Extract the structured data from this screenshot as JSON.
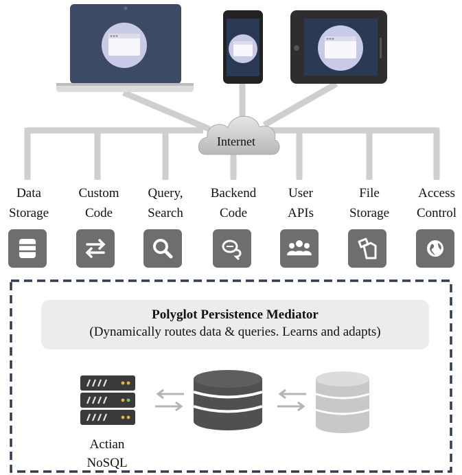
{
  "cloud": {
    "label": "Internet"
  },
  "services": [
    {
      "line1": "Data",
      "line2": "Storage",
      "icon": "database-icon"
    },
    {
      "line1": "Custom",
      "line2": "Code",
      "icon": "swap-arrows-icon"
    },
    {
      "line1": "Query,",
      "line2": "Search",
      "icon": "magnifier-icon"
    },
    {
      "line1": "Backend",
      "line2": "Code",
      "icon": "chat-bubbles-icon"
    },
    {
      "line1": "User",
      "line2": "APIs",
      "icon": "users-icon"
    },
    {
      "line1": "File",
      "line2": "Storage",
      "icon": "copy-files-icon"
    },
    {
      "line1": "Access",
      "line2": "Control",
      "icon": "globe-icon"
    }
  ],
  "mediator": {
    "title": "Polyglot Persistence Mediator",
    "subtitle": "(Dynamically routes data & queries. Learns and adapts)"
  },
  "stack": {
    "actian_line1": "Actian",
    "actian_line2": "NoSQL"
  },
  "colors": {
    "device_dark": "#3d4a63",
    "device_screen": "#2a3a55",
    "window_circle": "#c9cbe6",
    "connector": "#cfcfcf",
    "icon_tile": "#6e6e6e",
    "border_dash": "#2f3c52",
    "db_dark": "#505050",
    "db_light": "#c8c8c8"
  }
}
